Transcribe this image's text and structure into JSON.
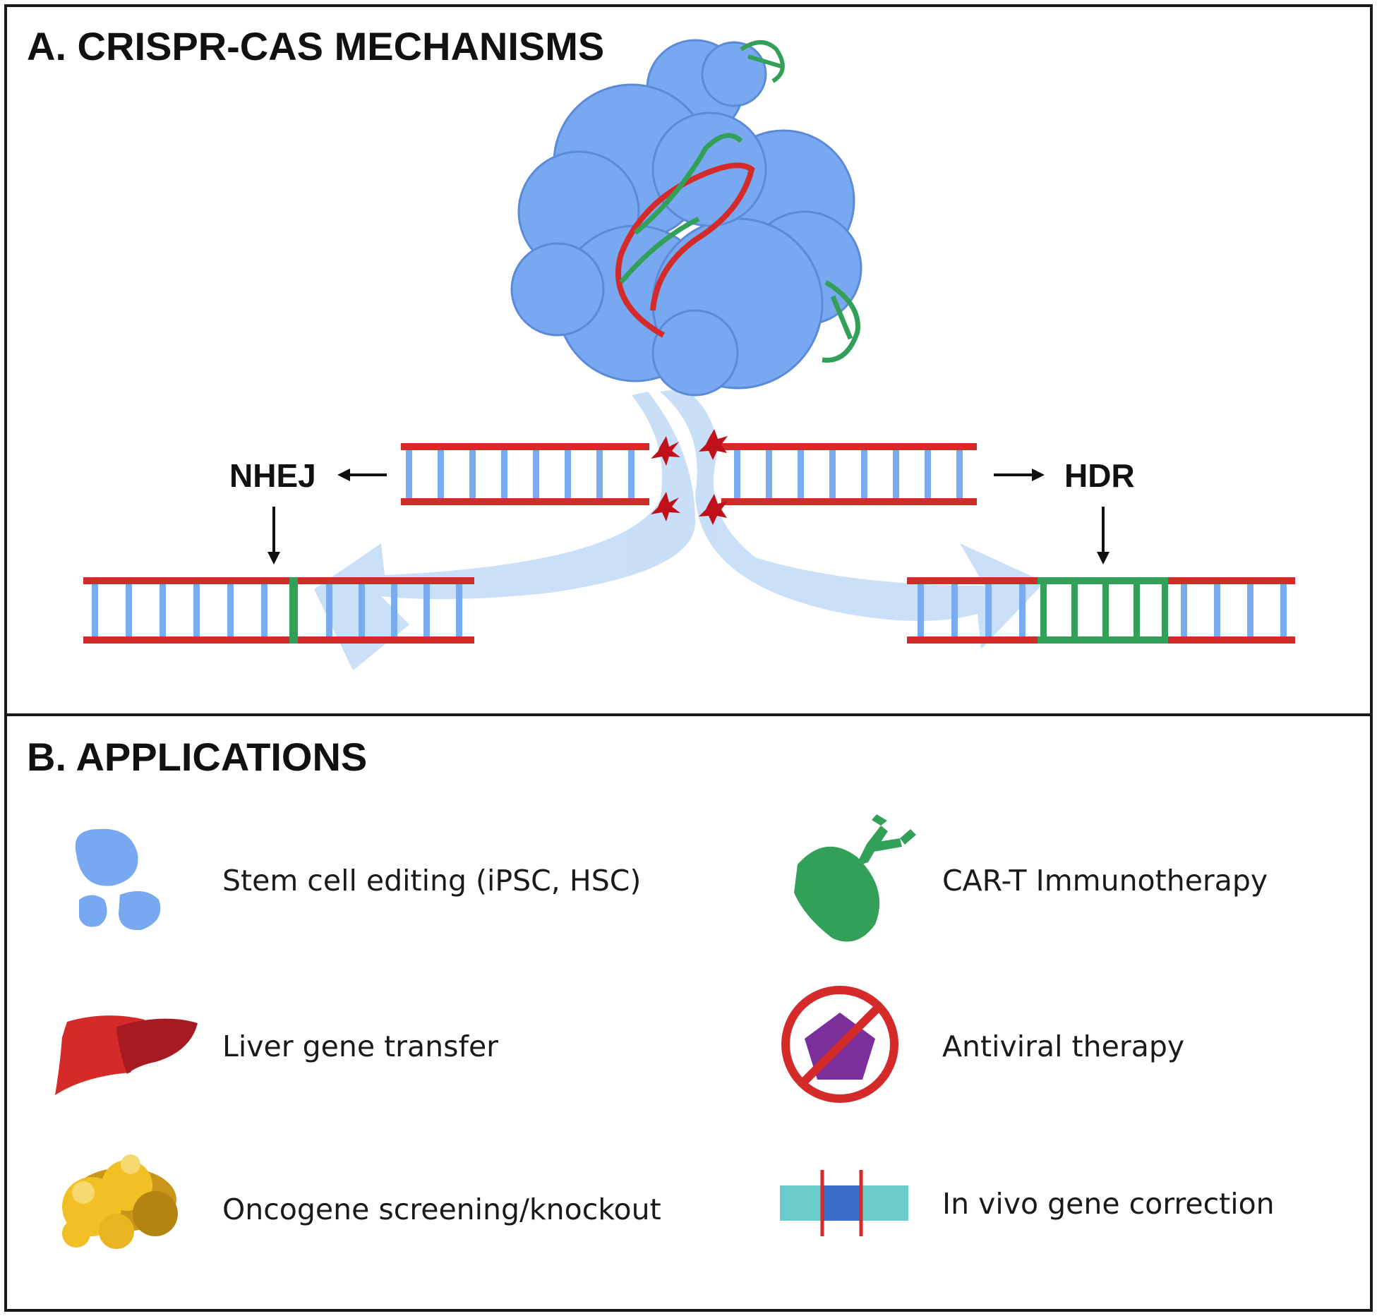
{
  "panel_a": {
    "title": "A. CRISPR-CAS MECHANISMS",
    "nhej_label": "NHEJ",
    "hdr_label": "HDR"
  },
  "panel_b": {
    "title": "B. APPLICATIONS",
    "applications": [
      {
        "label": "Stem cell editing (iPSC, HSC)",
        "icon": "stem-cells-icon"
      },
      {
        "label": "CAR-T Immunotherapy",
        "icon": "car-t-cell-icon"
      },
      {
        "label": "Liver gene transfer",
        "icon": "liver-icon"
      },
      {
        "label": "Antiviral therapy",
        "icon": "antiviral-icon"
      },
      {
        "label": "Oncogene screening/knockout",
        "icon": "tumor-icon"
      },
      {
        "label": "In vivo gene correction",
        "icon": "gene-correction-icon"
      }
    ]
  },
  "colors": {
    "protein": "#78a8f0",
    "dna_backbone": "#d42a2a",
    "dna_rung": "#7aaaf0",
    "edit_green": "#33a05a",
    "arrow_band": "#b8d4f5",
    "cut_mark": "#c0101a"
  }
}
